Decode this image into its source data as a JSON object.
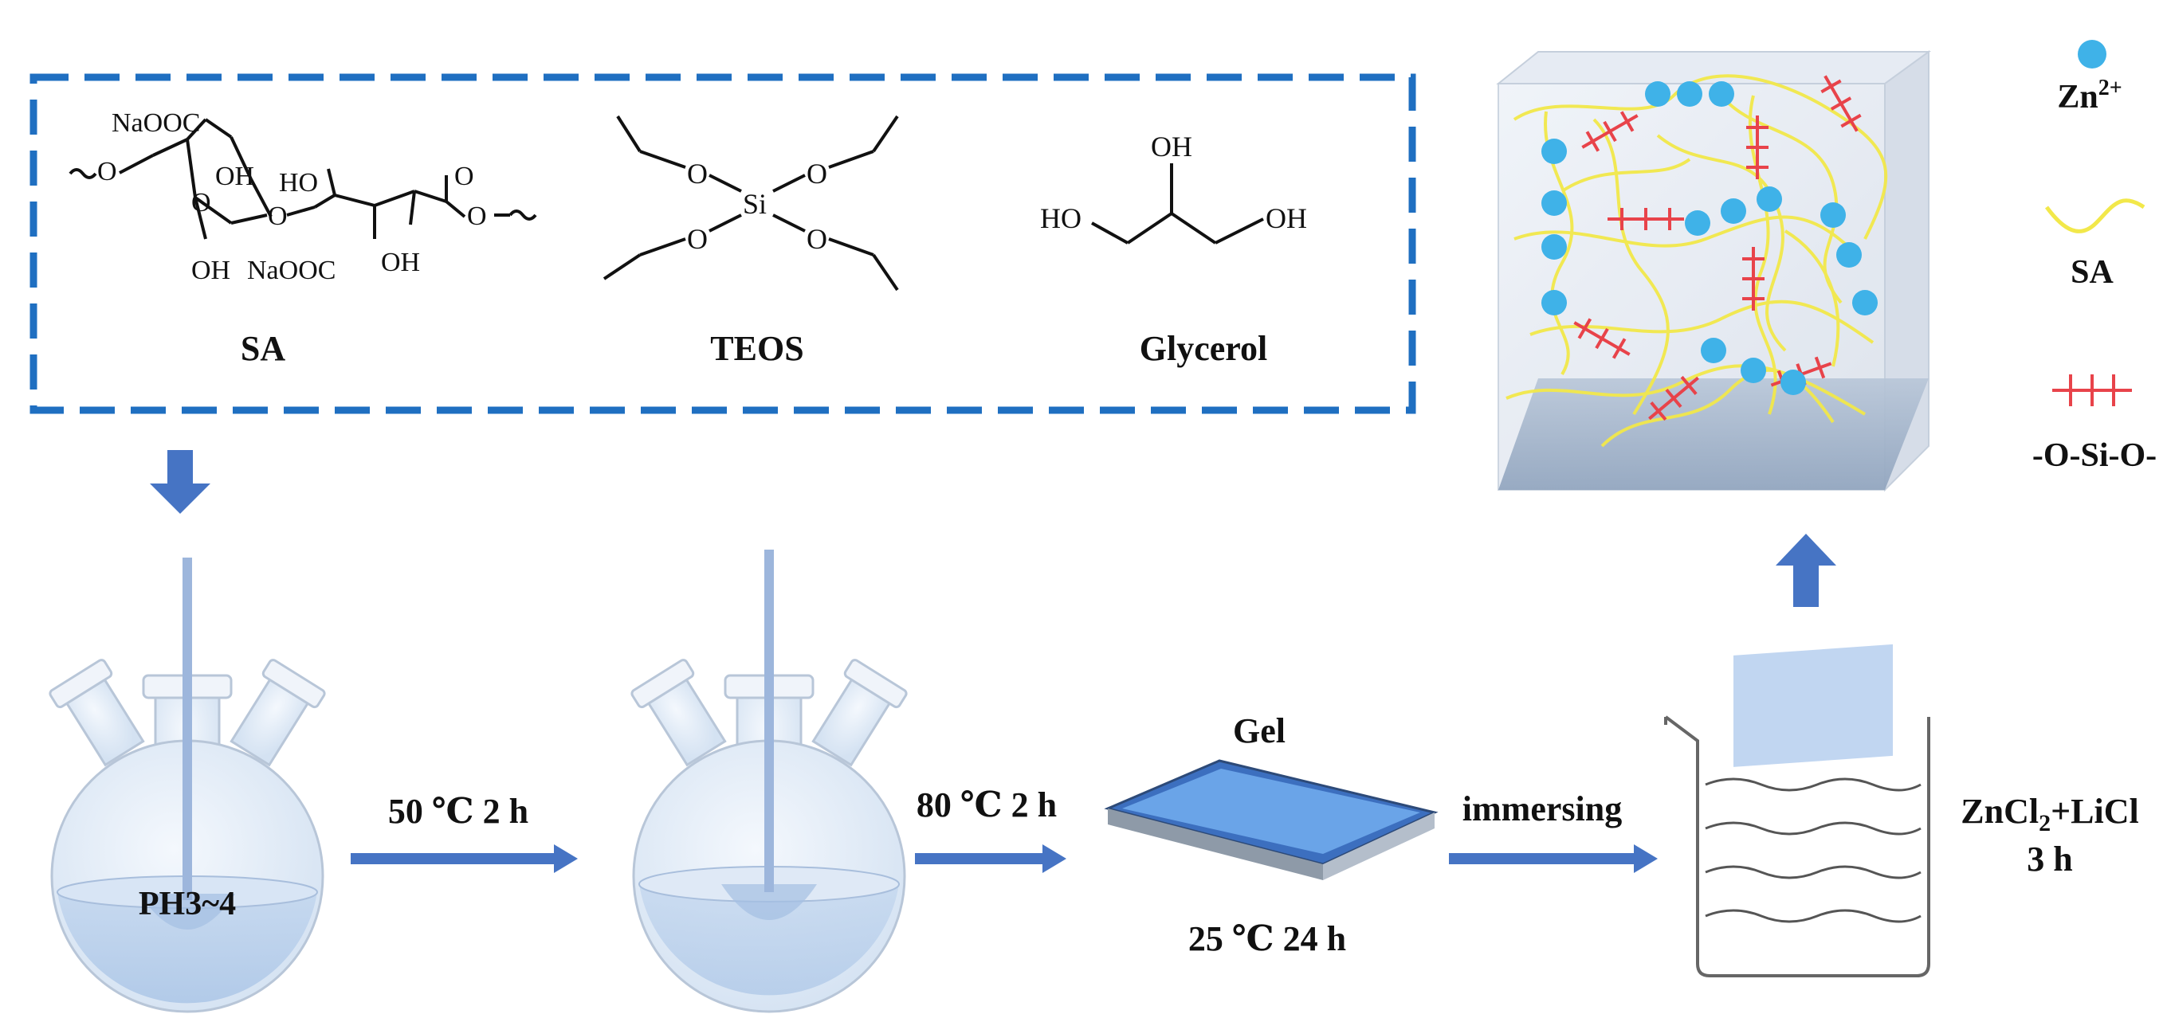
{
  "molecules": {
    "sa": {
      "name": "SA",
      "groups": {
        "naooc_top": "NaOOC",
        "o_left": "O",
        "oh_1": "OH",
        "o_ring1": "O",
        "o_link": "O",
        "oh_bottom1": "OH",
        "naooc_bottom": "NaOOC",
        "ho_top": "HO",
        "o_ring2": "O",
        "oh_bottom2": "OH",
        "o_right": "O"
      }
    },
    "teos": {
      "name": "TEOS",
      "center": "Si",
      "oxygens": [
        "O",
        "O",
        "O",
        "O"
      ]
    },
    "glycerol": {
      "name": "Glycerol",
      "groups": {
        "oh_top": "OH",
        "ho_left": "HO",
        "oh_right": "OH"
      }
    }
  },
  "process": {
    "flask1_label": "PH3~4",
    "step1": "50 ℃ 2 h",
    "step2": "80 ℃ 2 h",
    "gel_label": "Gel",
    "gel_condition": "25 ℃ 24 h",
    "step3": "immersing",
    "bath_line1_main": "ZnCl",
    "bath_line1_sub": "2",
    "bath_line1_rest": "+LiCl",
    "bath_line2": "3 h"
  },
  "legend": {
    "zn_base": "Zn",
    "zn_sup": "2+",
    "sa": "SA",
    "crosslink": "-O-Si-O-"
  },
  "colors": {
    "dashed_border": "#1f6fc1",
    "arrow": "#4674c4",
    "zn_dot": "#3fb2e8",
    "sa_chain": "#f2e84a",
    "crosslink": "#e8434a",
    "gel": "#5b93dc"
  }
}
